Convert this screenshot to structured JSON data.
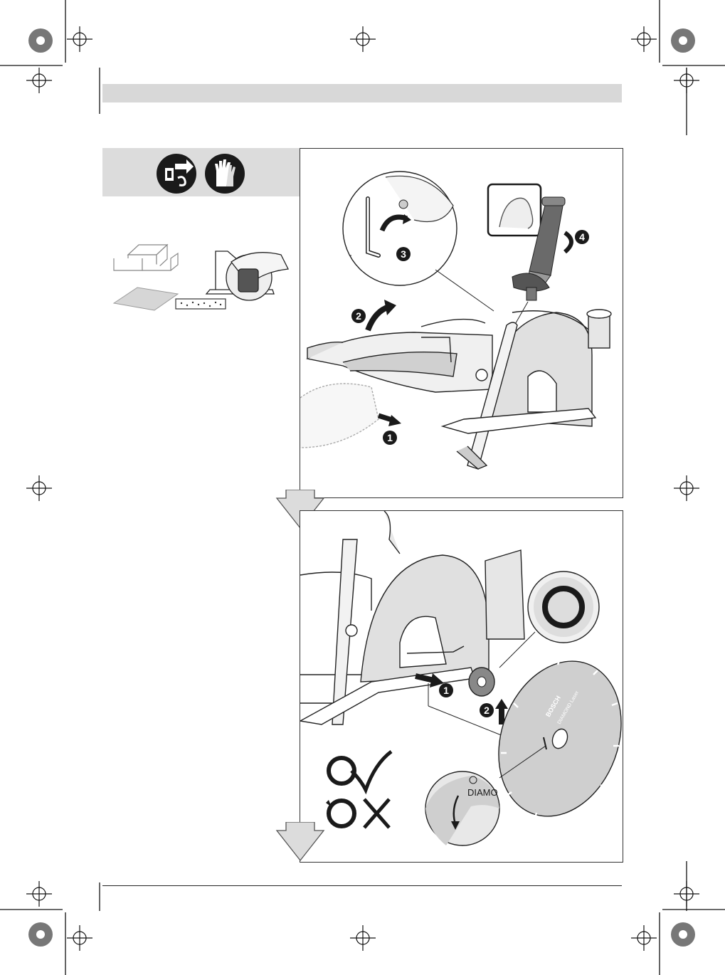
{
  "page": {
    "background": "#ffffff",
    "accent_gray": "#d8d8d8",
    "line_color": "#1a1a1a"
  },
  "safety_icons": [
    {
      "icon": "unplug-power-icon"
    },
    {
      "icon": "wear-gloves-icon"
    }
  ],
  "materials_icons": [
    "stone-blocks-icon",
    "tile-slab-icon",
    "cutter-on-guide-icon",
    "dust-strip-icon"
  ],
  "step1": {
    "callouts": [
      "1",
      "2",
      "3",
      "4"
    ]
  },
  "step2": {
    "callouts": [
      "1",
      "2"
    ],
    "blade_label": "DIAMO",
    "blade_brand": "BOSCH",
    "blade_line": "DIAMOND Laser"
  },
  "flow_arrows": [
    "down-arrow",
    "down-arrow"
  ]
}
